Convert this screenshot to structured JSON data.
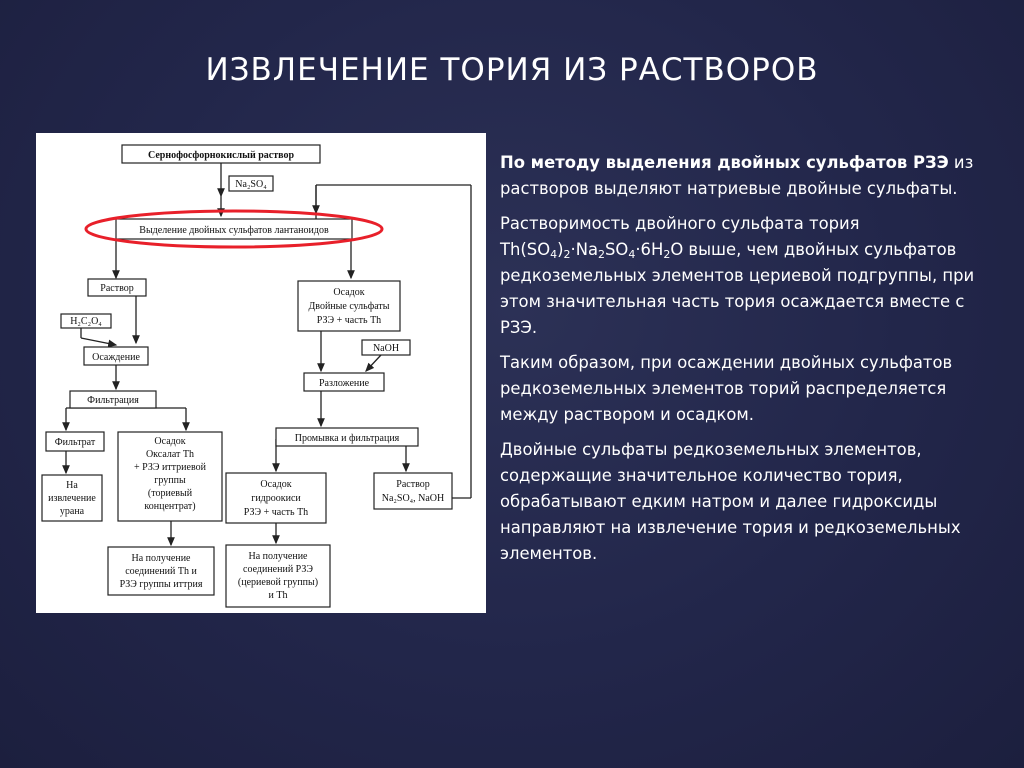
{
  "title": "ИЗВЛЕЧЕНИЕ ТОРИЯ ИЗ РАСТВОРОВ",
  "colors": {
    "highlight_ellipse": "#e8202a",
    "text": "#ffffff"
  },
  "diagram": {
    "start": "Сернофосфорнокислый раствор",
    "reagent_na2so4": "Na₂SO₄",
    "separation": "Выделение двойных сульфатов лантаноидов",
    "solution": "Раствор",
    "reagent_h2c2o4": "H₂C₂O₄",
    "precipitation": "Осаждение",
    "filtration": "Фильтрация",
    "filtrate": "Фильтрат",
    "uranium": [
      "На",
      "извлечение",
      "урана"
    ],
    "oxalate": [
      "Осадок",
      "Оксалат Th",
      "+ РЗЭ иттриевой",
      "группы",
      "(ториевый",
      "концентрат)"
    ],
    "yttrium_compounds": [
      "На получение",
      "соединений Th и",
      "РЗЭ группы иттрия"
    ],
    "double_sulfates": [
      "Осадок",
      "Двойные сульфаты",
      "РЗЭ + часть Th"
    ],
    "reagent_naoh": "NaOH",
    "decomposition": "Разложение",
    "washing": "Промывка и фильтрация",
    "hydroxide": [
      "Осадок",
      "гидроокиси",
      "РЗЭ + часть Th"
    ],
    "alkali_solution": [
      "Раствор",
      "Na₂SO₄, NaOH"
    ],
    "cerium_compounds": [
      "На получение",
      "соединений РЗЭ",
      "(цериевой группы)",
      "и Th"
    ]
  },
  "text": {
    "p1_bold": "По методу выделения двойных сульфатов РЗЭ",
    "p1_rest": "из растворов выделяют натриевые двойные сульфаты.",
    "p2_a": "Растворимость двойного сульфата тория Th(SO",
    "p2_sub1": "4",
    "p2_b": ")",
    "p2_sub2": "2",
    "p2_c": "·Na",
    "p2_sub3": "2",
    "p2_d": "SO",
    "p2_sub4": "4",
    "p2_e": "·6H",
    "p2_sub5": "2",
    "p2_f": "O выше, чем двойных сульфатов редкоземельных элементов цериевой подгруппы, при этом значительная часть тория осаждается вместе с РЗЭ.",
    "p3": "Таким образом, при осаждении двойных сульфатов редкоземельных элементов торий распределяется между раствором и осадком.",
    "p4": "Двойные сульфаты редкоземельных элементов, содержащие значительное количество тория, обрабатывают едким натром и далее гидроксиды направляют на извлечение тория и редкоземельных элементов."
  }
}
